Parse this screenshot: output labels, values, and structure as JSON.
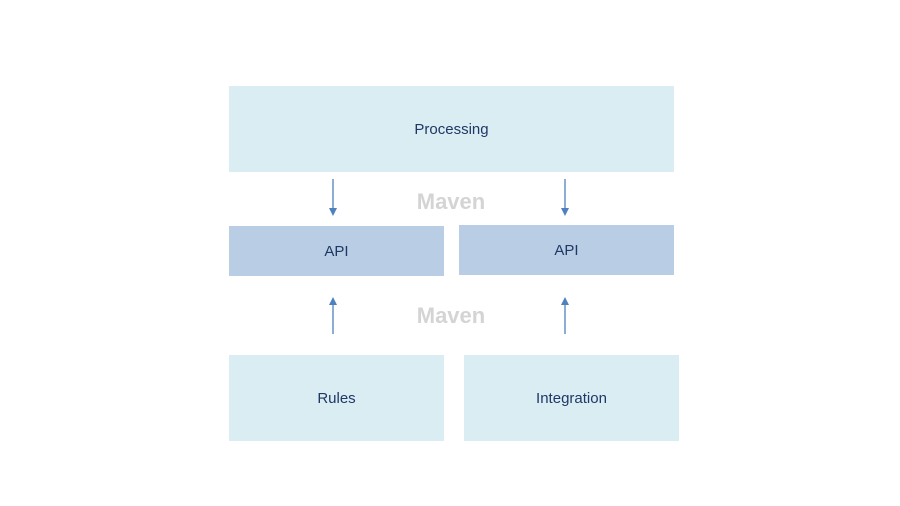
{
  "layers": {
    "processing": {
      "label": "Processing"
    },
    "api_left": {
      "label": "API"
    },
    "api_right": {
      "label": "API"
    },
    "rules": {
      "label": "Rules"
    },
    "integration": {
      "label": "Integration"
    }
  },
  "connectors": {
    "top_label": "Maven",
    "bottom_label": "Maven"
  },
  "colors": {
    "light_box": "#daedf3",
    "api_box": "#b9cde5",
    "box_text": "#1f3864",
    "connector_text": "#d4d4d4",
    "arrow": "#4f81bd"
  },
  "arrows": [
    {
      "from": "processing",
      "to": "api_left"
    },
    {
      "from": "processing",
      "to": "api_right"
    },
    {
      "from": "rules",
      "to": "api_left"
    },
    {
      "from": "integration",
      "to": "api_right"
    }
  ]
}
